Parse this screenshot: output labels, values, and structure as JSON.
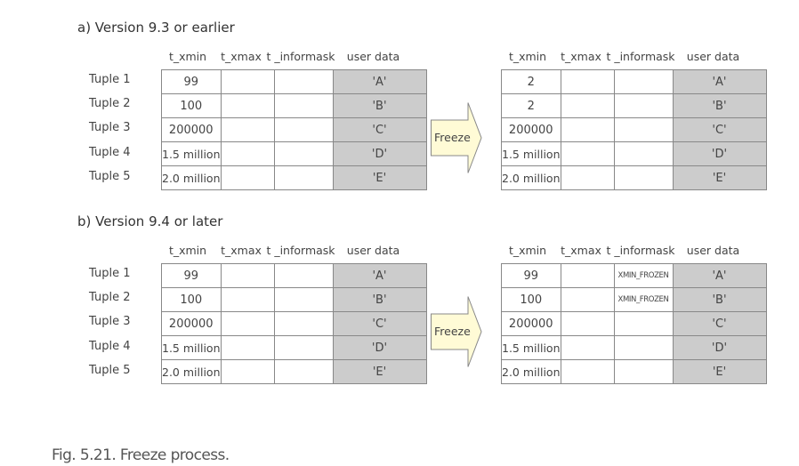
{
  "sections": [
    {
      "title": "a) Version 9.3 or earlier",
      "columns": [
        "t_xmin",
        "t_xmax",
        "t _informask",
        "user data"
      ],
      "tuple_labels": [
        "Tuple 1",
        "Tuple 2",
        "Tuple 3",
        "Tuple 4",
        "Tuple 5"
      ],
      "before_rows": [
        [
          "99",
          "",
          "",
          "'A'"
        ],
        [
          "100",
          "",
          "",
          "'B'"
        ],
        [
          "200000",
          "",
          "",
          "'C'"
        ],
        [
          "1.5 million",
          "",
          "",
          "'D'"
        ],
        [
          "2.0 million",
          "",
          "",
          "'E'"
        ]
      ],
      "after_rows": [
        [
          "2",
          "",
          "",
          "'A'"
        ],
        [
          "2",
          "",
          "",
          "'B'"
        ],
        [
          "200000",
          "",
          "",
          "'C'"
        ],
        [
          "1.5 million",
          "",
          "",
          "'D'"
        ],
        [
          "2.0 million",
          "",
          "",
          "'E'"
        ]
      ],
      "arrow_label": "Freeze"
    },
    {
      "title": "b) Version 9.4 or later",
      "columns": [
        "t_xmin",
        "t_xmax",
        "t _informask",
        "user data"
      ],
      "tuple_labels": [
        "Tuple 1",
        "Tuple 2",
        "Tuple 3",
        "Tuple 4",
        "Tuple 5"
      ],
      "before_rows": [
        [
          "99",
          "",
          "",
          "'A'"
        ],
        [
          "100",
          "",
          "",
          "'B'"
        ],
        [
          "200000",
          "",
          "",
          "'C'"
        ],
        [
          "1.5 million",
          "",
          "",
          "'D'"
        ],
        [
          "2.0 million",
          "",
          "",
          "'E'"
        ]
      ],
      "after_rows": [
        [
          "99",
          "",
          "XMIN_FROZEN",
          "'A'"
        ],
        [
          "100",
          "",
          "XMIN_FROZEN",
          "'B'"
        ],
        [
          "200000",
          "",
          "",
          "'C'"
        ],
        [
          "1.5 million",
          "",
          "",
          "'D'"
        ],
        [
          "2.0 million",
          "",
          "",
          "'E'"
        ]
      ],
      "arrow_label": "Freeze"
    }
  ],
  "caption": "Fig. 5.21. Freeze process.",
  "colors": {
    "user_data_fill": "#cccccc",
    "arrow_fill": "#fffbd6",
    "frozen_text": "#4455dd",
    "changed_xmin_text": "#3a4fd0"
  }
}
